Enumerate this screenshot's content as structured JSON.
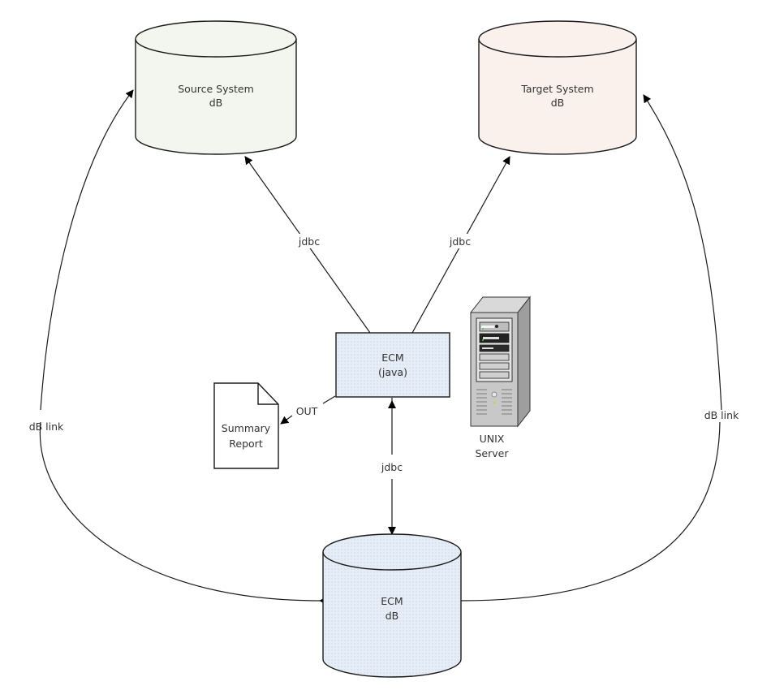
{
  "nodes": {
    "source_db": {
      "line1": "Source System",
      "line2": "dB",
      "fill": "#f3f6ee"
    },
    "target_db": {
      "line1": "Target System",
      "line2": "dB",
      "fill": "#fbf1ec"
    },
    "ecm_app": {
      "line1": "ECM",
      "line2": "(java)",
      "fill": "#e3ebf6"
    },
    "ecm_db": {
      "line1": "ECM",
      "line2": "dB",
      "fill": "#e3ebf6"
    },
    "summary_report": {
      "line1": "Summary",
      "line2": "Report"
    },
    "unix_server": {
      "line1": "UNIX",
      "line2": "Server"
    }
  },
  "edges": {
    "ecm_to_source": "jdbc",
    "ecm_to_target": "jdbc",
    "ecm_to_ecmdb": "jdbc",
    "ecm_to_report": "OUT",
    "ecmdb_to_source": "dB link",
    "ecmdb_to_target": "dB link"
  },
  "colors": {
    "stroke": "#1a1a1a",
    "text": "#333333"
  }
}
